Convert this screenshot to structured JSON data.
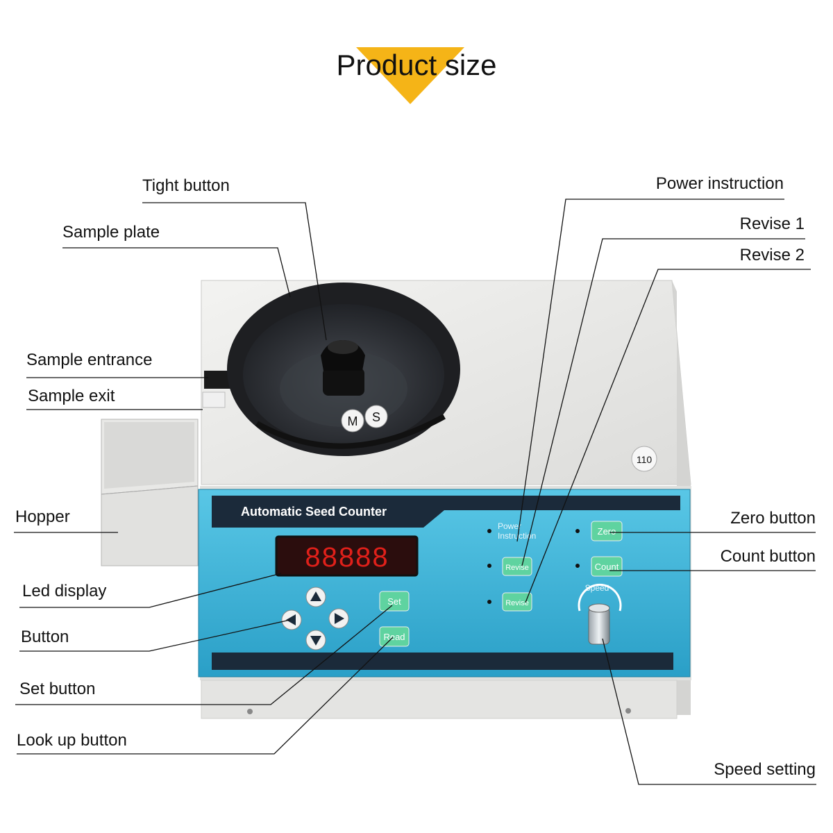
{
  "title": "Product size",
  "device": {
    "panel_title": "Automatic Seed Counter",
    "led_digits": "88888",
    "model_badge": "110",
    "plate_marks": [
      "M",
      "S"
    ],
    "buttons": {
      "set": "Set",
      "read": "Read",
      "revise1": "Revise",
      "revise2": "Revise",
      "zero": "Zero",
      "count": "Count"
    },
    "power_label": [
      "Power",
      "Instruction"
    ],
    "speed_label": "Speed"
  },
  "callouts": {
    "tight_button": "Tight button",
    "sample_plate": "Sample plate",
    "sample_entrance": "Sample entrance",
    "sample_exit": "Sample exit",
    "hopper": "Hopper",
    "led_display": "Led display",
    "button": "Button",
    "set_button": "Set button",
    "look_up_button": "Look up button",
    "power_instruction": "Power instruction",
    "revise_1": "Revise 1",
    "revise_2": "Revise 2",
    "zero_button": "Zero button",
    "count_button": "Count button",
    "speed_setting": "Speed setting"
  },
  "colors": {
    "accent_triangle": "#f5b417",
    "panel_blue": "#3bb3d6",
    "panel_dark": "#1b2a3a",
    "led_red": "#e0201a",
    "button_green": "#5fd3a0",
    "body_grey": "#e9e9e7"
  }
}
